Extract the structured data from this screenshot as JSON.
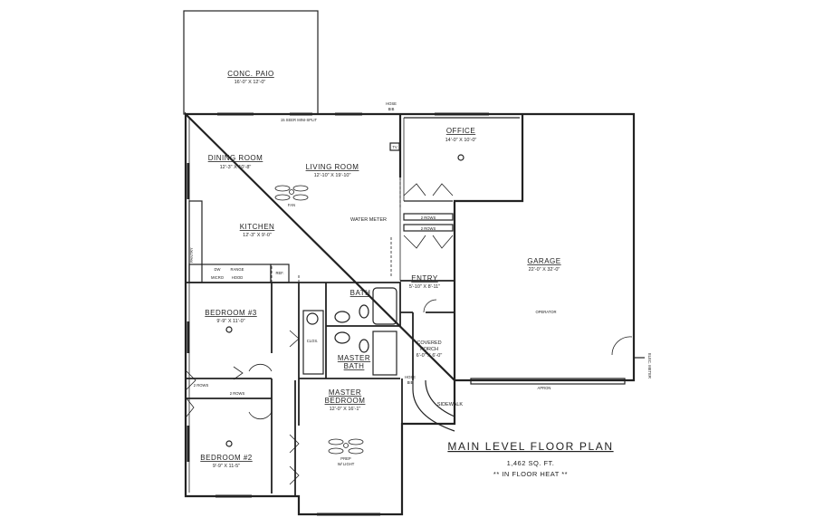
{
  "plan": {
    "title": "MAIN LEVEL FLOOR PLAN",
    "area": "1,462 SQ. FT.",
    "note": "** IN FLOOR HEAT **",
    "rooms": {
      "patio": {
        "name": "CONC. PAIO",
        "dims": "16'-0\" X 12'-0\""
      },
      "office": {
        "name": "OFFICE",
        "dims": "14'-0\" X 10'-0\""
      },
      "dining": {
        "name": "DINING ROOM",
        "dims": "12'-3\" X 10'-8\""
      },
      "living": {
        "name": "LIVING ROOM",
        "dims": "12'-10\" X 19'-10\""
      },
      "kitchen": {
        "name": "KITCHEN",
        "dims": "12'-3\" X 9'-0\""
      },
      "garage": {
        "name": "GARAGE",
        "dims": "22'-0\" X 32'-0\""
      },
      "entry": {
        "name": "ENTRY",
        "dims": "5'-10\" X 8'-11\""
      },
      "bath": {
        "name": "BATH"
      },
      "bedroom3": {
        "name": "BEDROOM #3",
        "dims": "9'-9\" X 11'-0\""
      },
      "masterBath": {
        "name_line1": "MASTER",
        "name_line2": "BATH"
      },
      "masterBedroom": {
        "name_line1": "MASTER",
        "name_line2": "BEDROOM",
        "dims": "12'-0\" X 16'-1\""
      },
      "bedroom2": {
        "name": "BEDROOM #2",
        "dims": "9'-9\" X 11-5\""
      },
      "porch": {
        "line1": "COVERED",
        "line2": "PORCH",
        "dims": "6'-0\" X 6'-0\""
      }
    },
    "labels": {
      "hose_bib_1": "HOSE",
      "hose_bib_1b": "BIB",
      "hose_bib_2": "HOSE",
      "hose_bib_2b": "BIB",
      "mini_split": "15 SEER MINI-SPLIT",
      "tv": "TV",
      "water_meter": "WATER METER",
      "operator": "OPERATOR",
      "apron": "APRON",
      "sidewalk": "SIDEWALK",
      "elec_meter": "ELEC. METER",
      "fan": "FAN",
      "prep": "PREP",
      "wlight": "W/ LIGHT",
      "ref": "REF.",
      "shelves1": "2 ROWS",
      "shelves2": "2 ROWS",
      "shelves3": "2 ROWS",
      "shelves4": "2 ROWS",
      "dw": "DW",
      "range": "RANGE",
      "microwave": "MICRO",
      "pantry": "PANTRY",
      "hood": "HOOD",
      "closet": "CLOS."
    }
  }
}
